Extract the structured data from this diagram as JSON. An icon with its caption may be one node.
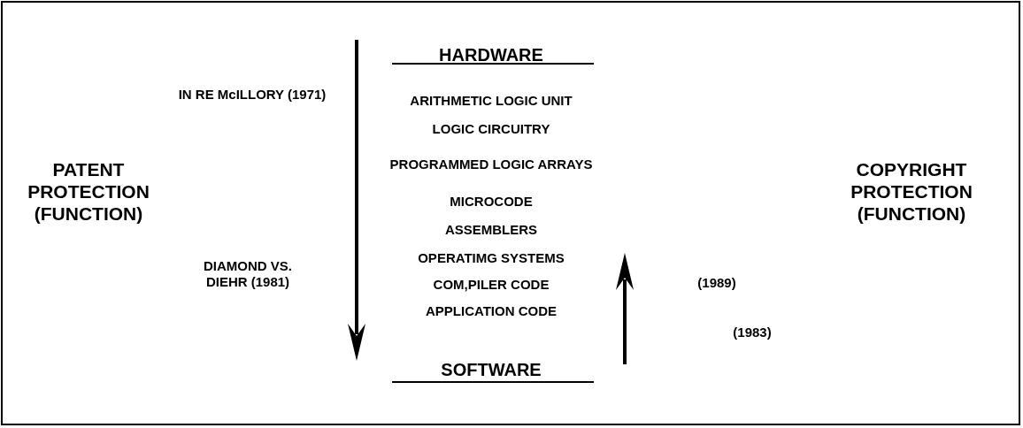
{
  "diagram": {
    "labels": [
      "HARDWARE",
      "IN RE McILLORY (1971)",
      "ARITHMETIC LOGIC UNIT",
      "LOGIC CIRCUITRY",
      "PATENT PROTECTION (FUNCTION)",
      "PROGRAMMED LOGIC ARRAYS",
      "COPYRIGHT PROTECTION (FUNCTION)",
      "MICROCODE",
      "ASSEMBLERS",
      "DIAMOND VS. DIEHR (1981)",
      "(1989)",
      "OPERATIMG SYSTEMS",
      "COM,PILER CODE",
      "(1983)",
      "APPLICATION CODE",
      "SOFTWARE"
    ]
  }
}
